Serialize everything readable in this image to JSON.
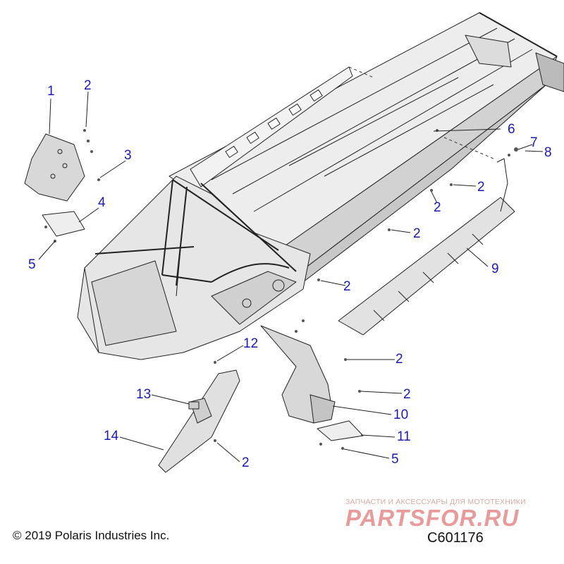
{
  "callouts": [
    "1",
    "2",
    "3",
    "4",
    "5",
    "6",
    "7",
    "8",
    "2",
    "2",
    "2",
    "9",
    "2",
    "12",
    "2",
    "2",
    "13",
    "10",
    "14",
    "11",
    "2",
    "5"
  ],
  "copyright": "© 2019 Polaris Industries Inc.",
  "figure_id": "C601176",
  "watermark": {
    "subtitle": "ЗАПЧАСТИ И АКСЕССУАРЫ ДЛЯ МОТОТЕХНИКИ",
    "brand": "PARTSFOR.RU"
  },
  "colors": {
    "callout": "#1a1ab4",
    "line": "#222222",
    "shade": "#d4d4d4",
    "watermark": "#e07a7a"
  }
}
